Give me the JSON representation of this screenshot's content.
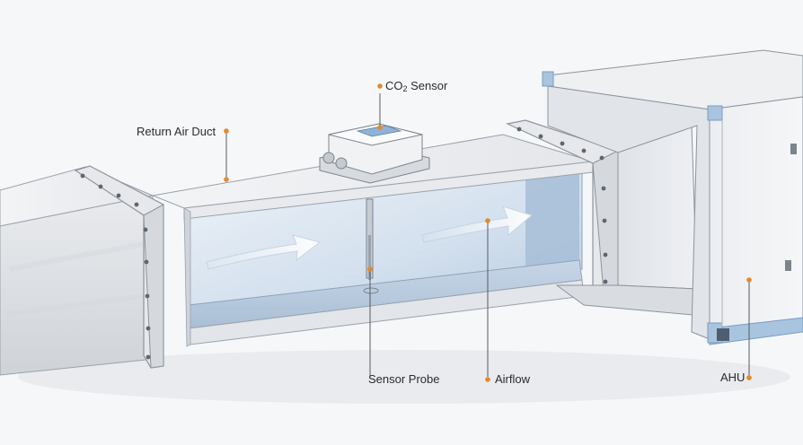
{
  "labels": {
    "return_air_duct": "Return Air Duct",
    "co2_sensor_main": "CO",
    "co2_sensor_sub": "2",
    "co2_sensor_tail": " Sensor",
    "sensor_probe": "Sensor Probe",
    "airflow": "Airflow",
    "ahu": "AHU"
  },
  "colors": {
    "callout_dot": "#e08a2c",
    "duct_metal": "#dfe2e6",
    "duct_interior": "#c9d9ea",
    "ahu_trim": "#a9c4df"
  }
}
